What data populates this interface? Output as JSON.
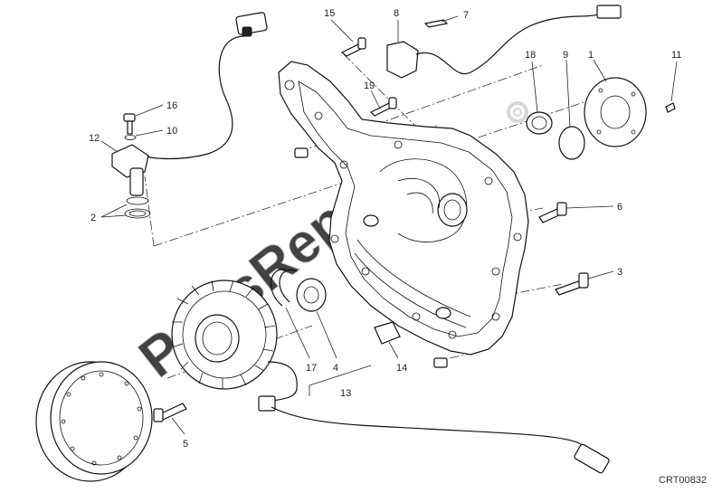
{
  "diagram": {
    "drawing_code": "CRT00832",
    "watermark_text": "PartsRepublik",
    "parts": [
      {
        "label": "15"
      },
      {
        "label": "8"
      },
      {
        "label": "7"
      },
      {
        "label": "18"
      },
      {
        "label": "9"
      },
      {
        "label": "1"
      },
      {
        "label": "11"
      },
      {
        "label": "19"
      },
      {
        "label": "16"
      },
      {
        "label": "10"
      },
      {
        "label": "12"
      },
      {
        "label": "2"
      },
      {
        "label": "6"
      },
      {
        "label": "3"
      },
      {
        "label": "17"
      },
      {
        "label": "4"
      },
      {
        "label": "13"
      },
      {
        "label": "14"
      },
      {
        "label": "5"
      }
    ]
  }
}
